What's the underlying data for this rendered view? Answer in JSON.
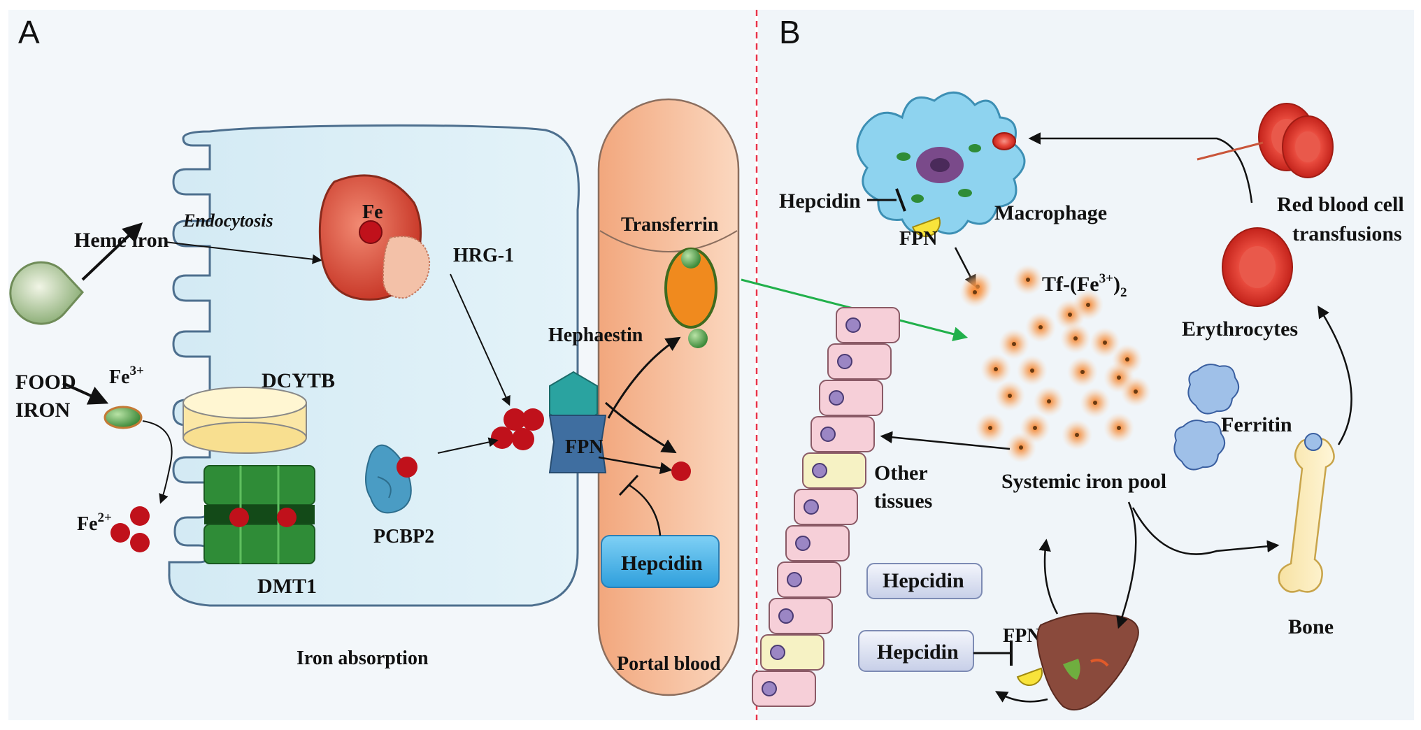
{
  "panels": {
    "a": "A",
    "b": "B"
  },
  "panel_a": {
    "heme_iron": "Heme iron",
    "endocytosis": "Endocytosis",
    "food_iron_line1": "FOOD",
    "food_iron_line2": "IRON",
    "fe3_base": "Fe",
    "fe3_sup": "3+",
    "fe2_base": "Fe",
    "fe2_sup": "2+",
    "dcytb": "DCYTB",
    "dmt1": "DMT1",
    "fe_vesicle": "Fe",
    "hrg1": "HRG-1",
    "pcbp2": "PCBP2",
    "hephaestin": "Hephaestin",
    "fpn": "FPN",
    "transferrin": "Transferrin",
    "hepcidin": "Hepcidin",
    "iron_absorption": "Iron absorption",
    "portal_blood": "Portal blood"
  },
  "panel_b": {
    "hepcidin_macrophage": "Hepcidin",
    "fpn_macrophage": "FPN",
    "macrophage": "Macrophage",
    "tf_base": "Tf-(Fe",
    "tf_sup": "3+",
    "tf_close": ")",
    "tf_sub": "2",
    "red_blood_cell_line1": "Red blood  cell",
    "red_blood_cell_line2": "transfusions",
    "erythrocytes": "Erythrocytes",
    "ferritin": "Ferritin",
    "other_tissues_line1": "Other",
    "other_tissues_line2": "tissues",
    "systemic_iron_pool": "Systemic iron  pool",
    "hepcidin_box1": "Hepcidin",
    "hepcidin_box2": "Hepcidin",
    "fpn_liver": "FPN",
    "bone": "Bone"
  },
  "colors": {
    "panel_background": "#f2f6fa",
    "cell_fill": "#d6ecf6",
    "cell_outline": "#4d6f8e",
    "portal_blood": "#f4b690",
    "iron_dot": "#c0111b",
    "dmt1_green": "#1f7a2b",
    "fpn_blue": "#3f6ea0",
    "hephaestin_teal": "#2aa3a0",
    "transferrin_orange": "#f08a1e",
    "hepcidin_box": "#3fb1e6",
    "divider": "#e8334a",
    "green_arrow": "#21b04b",
    "macrophage_blue": "#8ed3ef",
    "liver": "#8a4a3c",
    "rbc_red": "#e0352b"
  }
}
